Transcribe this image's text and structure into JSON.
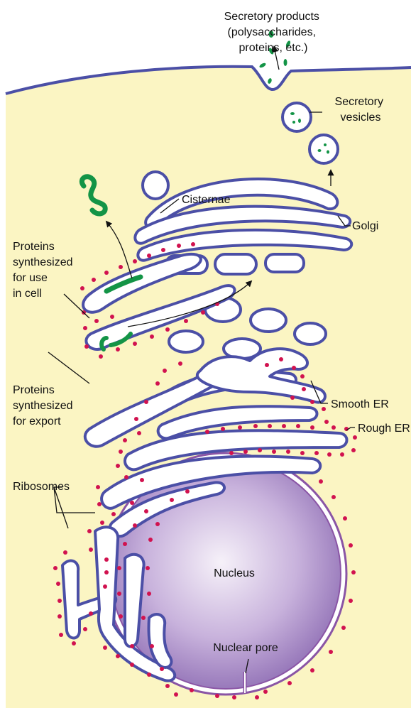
{
  "labels": {
    "secretory_products": [
      "Secretory products",
      "(polysaccharides,",
      "proteins, etc.)"
    ],
    "secretory_vesicles": [
      "Secretory",
      "vesicles"
    ],
    "cisternae": "Cisternae",
    "golgi": "Golgi",
    "proteins_for_cell": [
      "Proteins",
      "synthesized",
      "for use",
      "in cell"
    ],
    "proteins_for_export": [
      "Proteins",
      "synthesized",
      "for export"
    ],
    "smooth_er": "Smooth ER",
    "rough_er": "Rough ER",
    "ribosomes": "Ribosomes",
    "nucleus": "Nucleus",
    "nuclear_pore": "Nuclear pore"
  },
  "colors": {
    "cytoplasm": "#fbf5c3",
    "membrane": "#4b4fa6",
    "ribosome": "#d1124f",
    "protein": "#139446",
    "nucleus_center": "#f4eef8",
    "nucleus_edge": "#8f6fb4",
    "nuclear_envelope": "#8a55a5"
  }
}
